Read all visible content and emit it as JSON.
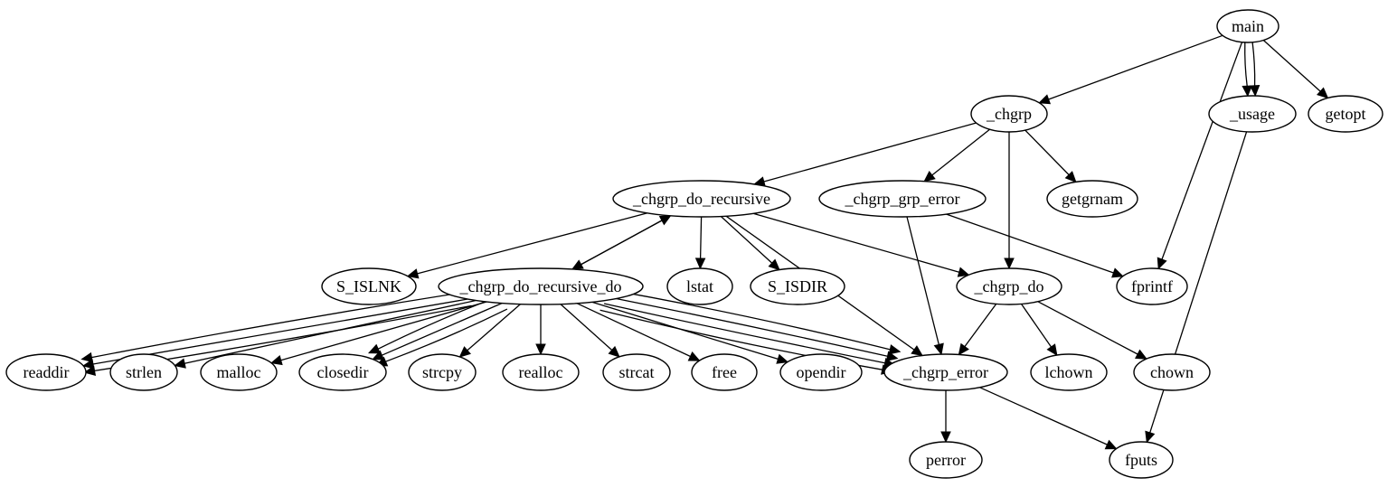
{
  "graph": {
    "nodes": [
      {
        "id": "main",
        "label": "main"
      },
      {
        "id": "chgrp",
        "label": "_chgrp"
      },
      {
        "id": "usage",
        "label": "_usage"
      },
      {
        "id": "getopt",
        "label": "getopt"
      },
      {
        "id": "recursive",
        "label": "_chgrp_do_recursive"
      },
      {
        "id": "grp_error",
        "label": "_chgrp_grp_error"
      },
      {
        "id": "getgrnam",
        "label": "getgrnam"
      },
      {
        "id": "s_islnk",
        "label": "S_ISLNK"
      },
      {
        "id": "recursive_do",
        "label": "_chgrp_do_recursive_do"
      },
      {
        "id": "lstat",
        "label": "lstat"
      },
      {
        "id": "s_isdir",
        "label": "S_ISDIR"
      },
      {
        "id": "chgrp_do",
        "label": "_chgrp_do"
      },
      {
        "id": "fprintf",
        "label": "fprintf"
      },
      {
        "id": "readdir",
        "label": "readdir"
      },
      {
        "id": "strlen",
        "label": "strlen"
      },
      {
        "id": "malloc",
        "label": "malloc"
      },
      {
        "id": "closedir",
        "label": "closedir"
      },
      {
        "id": "strcpy",
        "label": "strcpy"
      },
      {
        "id": "realloc",
        "label": "realloc"
      },
      {
        "id": "strcat",
        "label": "strcat"
      },
      {
        "id": "free",
        "label": "free"
      },
      {
        "id": "opendir",
        "label": "opendir"
      },
      {
        "id": "chgrp_error",
        "label": "_chgrp_error"
      },
      {
        "id": "lchown",
        "label": "lchown"
      },
      {
        "id": "chown",
        "label": "chown"
      },
      {
        "id": "perror",
        "label": "perror"
      },
      {
        "id": "fputs",
        "label": "fputs"
      }
    ],
    "edges": [
      [
        "main",
        "chgrp"
      ],
      [
        "main",
        "usage"
      ],
      [
        "main",
        "usage"
      ],
      [
        "main",
        "getopt"
      ],
      [
        "main",
        "fprintf"
      ],
      [
        "chgrp",
        "recursive"
      ],
      [
        "chgrp",
        "grp_error"
      ],
      [
        "chgrp",
        "getgrnam"
      ],
      [
        "chgrp",
        "chgrp_do"
      ],
      [
        "usage",
        "fputs"
      ],
      [
        "recursive",
        "s_islnk"
      ],
      [
        "recursive",
        "recursive_do"
      ],
      [
        "recursive_do",
        "recursive"
      ],
      [
        "recursive",
        "lstat"
      ],
      [
        "recursive",
        "s_isdir"
      ],
      [
        "recursive",
        "chgrp_do"
      ],
      [
        "recursive",
        "chgrp_error"
      ],
      [
        "grp_error",
        "fprintf"
      ],
      [
        "grp_error",
        "chgrp_error"
      ],
      [
        "recursive_do",
        "readdir"
      ],
      [
        "recursive_do",
        "readdir"
      ],
      [
        "recursive_do",
        "readdir"
      ],
      [
        "recursive_do",
        "strlen"
      ],
      [
        "recursive_do",
        "malloc"
      ],
      [
        "recursive_do",
        "closedir"
      ],
      [
        "recursive_do",
        "closedir"
      ],
      [
        "recursive_do",
        "closedir"
      ],
      [
        "recursive_do",
        "strcpy"
      ],
      [
        "recursive_do",
        "realloc"
      ],
      [
        "recursive_do",
        "strcat"
      ],
      [
        "recursive_do",
        "free"
      ],
      [
        "recursive_do",
        "opendir"
      ],
      [
        "recursive_do",
        "chgrp_error"
      ],
      [
        "recursive_do",
        "chgrp_error"
      ],
      [
        "recursive_do",
        "chgrp_error"
      ],
      [
        "recursive_do",
        "chgrp_error"
      ],
      [
        "chgrp_do",
        "chgrp_error"
      ],
      [
        "chgrp_do",
        "lchown"
      ],
      [
        "chgrp_do",
        "chown"
      ],
      [
        "chgrp_error",
        "perror"
      ],
      [
        "chgrp_error",
        "fputs"
      ]
    ]
  }
}
